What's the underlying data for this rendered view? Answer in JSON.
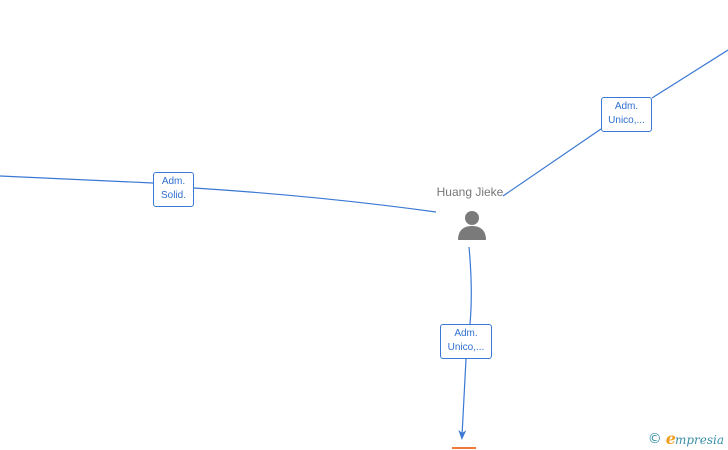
{
  "diagram": {
    "center_person": {
      "name": "Huang Jieke",
      "icon": "person-icon"
    },
    "edges": [
      {
        "id": "right",
        "label_lines": [
          "Adm.",
          "Unico,..."
        ]
      },
      {
        "id": "left",
        "label_lines": [
          "Adm.",
          "Solid."
        ]
      },
      {
        "id": "bottom",
        "label_lines": [
          "Adm.",
          "Unico,..."
        ]
      }
    ],
    "colors": {
      "edge": "#3a78d4",
      "label_text": "#2f6fcf",
      "person": "#7a7a7a",
      "marker": "#f07a3a"
    }
  },
  "footer": {
    "copyright_symbol": "©",
    "brand_initial": "e",
    "brand_rest": "mpresia"
  }
}
